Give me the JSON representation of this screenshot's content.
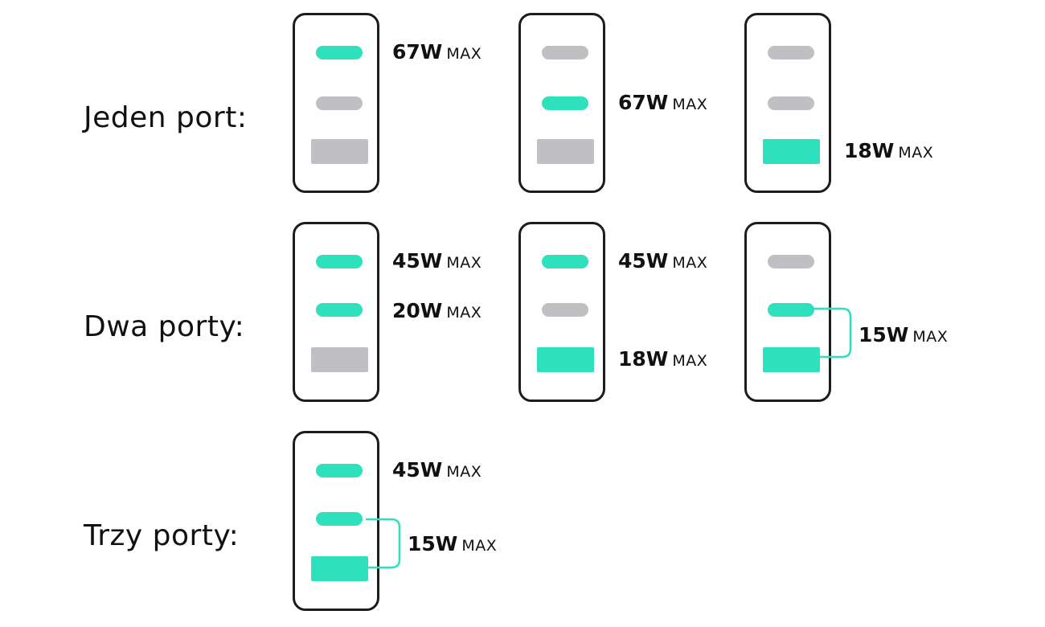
{
  "colors": {
    "active": "#2ee0bc",
    "inactive": "#c0bfc4",
    "outline": "#1c1c1c"
  },
  "rows": [
    {
      "label": "Jeden port:",
      "configs": [
        {
          "ports": [
            "on",
            "off",
            "off"
          ],
          "outputs": [
            {
              "value": "67W",
              "unit": "MAX",
              "port": 1
            }
          ]
        },
        {
          "ports": [
            "off",
            "on",
            "off"
          ],
          "outputs": [
            {
              "value": "67W",
              "unit": "MAX",
              "port": 2
            }
          ]
        },
        {
          "ports": [
            "off",
            "off",
            "on"
          ],
          "outputs": [
            {
              "value": "18W",
              "unit": "MAX",
              "port": 3
            }
          ]
        }
      ]
    },
    {
      "label": "Dwa porty:",
      "configs": [
        {
          "ports": [
            "on",
            "on",
            "off"
          ],
          "outputs": [
            {
              "value": "45W",
              "unit": "MAX",
              "port": 1
            },
            {
              "value": "20W",
              "unit": "MAX",
              "port": 2
            }
          ]
        },
        {
          "ports": [
            "on",
            "off",
            "on"
          ],
          "outputs": [
            {
              "value": "45W",
              "unit": "MAX",
              "port": 1
            },
            {
              "value": "18W",
              "unit": "MAX",
              "port": 3
            }
          ]
        },
        {
          "ports": [
            "off",
            "on",
            "on"
          ],
          "outputs": [
            {
              "value": "15W",
              "unit": "MAX",
              "port": "2-3"
            }
          ]
        }
      ]
    },
    {
      "label": "Trzy porty:",
      "configs": [
        {
          "ports": [
            "on",
            "on",
            "on"
          ],
          "outputs": [
            {
              "value": "45W",
              "unit": "MAX",
              "port": 1
            },
            {
              "value": "15W",
              "unit": "MAX",
              "port": "2-3"
            }
          ]
        }
      ]
    }
  ]
}
